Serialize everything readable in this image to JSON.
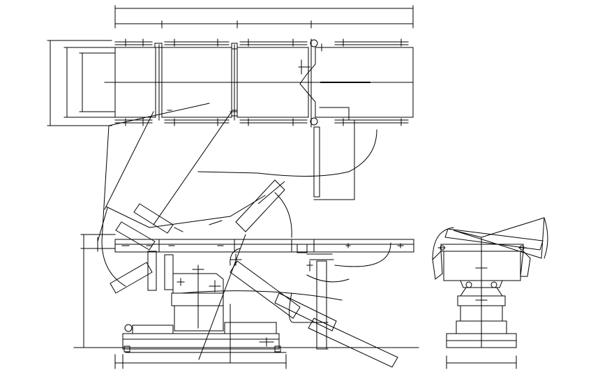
{
  "drawing": {
    "subject": "operating-table-cad-elevations",
    "views": [
      "plan-view",
      "side-elevation",
      "end-elevation"
    ],
    "line_color": "#000000",
    "background_color": "#ffffff"
  }
}
